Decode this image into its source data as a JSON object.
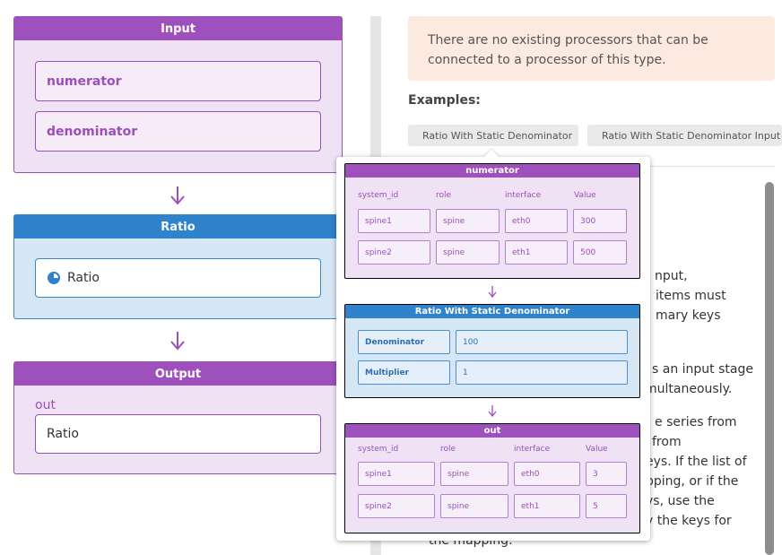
{
  "stages": {
    "input": {
      "title": "Input",
      "fields": [
        "numerator",
        "denominator"
      ]
    },
    "ratio": {
      "title": "Ratio",
      "processor": "Ratio"
    },
    "output": {
      "title": "Output",
      "field_label": "out",
      "field_value": "Ratio"
    }
  },
  "notice": {
    "line1": "There are no existing processors that can be",
    "line2": "connected to a processor of this type."
  },
  "examples": {
    "label": "Examples:",
    "chips": [
      "Ratio With Static Denominator",
      "Ratio With Static Denominator Input"
    ]
  },
  "description_fragments": [
    ".",
    "nput,",
    "items must",
    "mary keys",
    "s an input stage",
    "multaneously.",
    "e series from",
    "from",
    "eys. If the list of",
    "pping, or if the",
    "ys, use the",
    "y the keys for",
    "the mapping."
  ],
  "popover": {
    "numerator": {
      "title": "numerator",
      "columns": [
        "system_id",
        "role",
        "interface",
        "Value"
      ],
      "rows": [
        [
          "spine1",
          "spine",
          "eth0",
          "300"
        ],
        [
          "spine2",
          "spine",
          "eth1",
          "500"
        ]
      ]
    },
    "processor": {
      "title": "Ratio With Static Denominator",
      "params": [
        {
          "label": "Denominator",
          "value": "100"
        },
        {
          "label": "Multiplier",
          "value": "1"
        }
      ]
    },
    "out": {
      "title": "out",
      "columns": [
        "system_id",
        "role",
        "interface",
        "Value"
      ],
      "rows": [
        [
          "spine1",
          "spine",
          "eth0",
          "3"
        ],
        [
          "spine2",
          "spine",
          "eth1",
          "5"
        ]
      ]
    }
  },
  "colors": {
    "purple": "#9e50bd",
    "blue": "#2f82cc",
    "notice_bg": "#fce9df"
  },
  "icons": {
    "ratio": "pie-chart-icon",
    "chip": "eye-icon",
    "flow": "arrow-down-icon"
  }
}
